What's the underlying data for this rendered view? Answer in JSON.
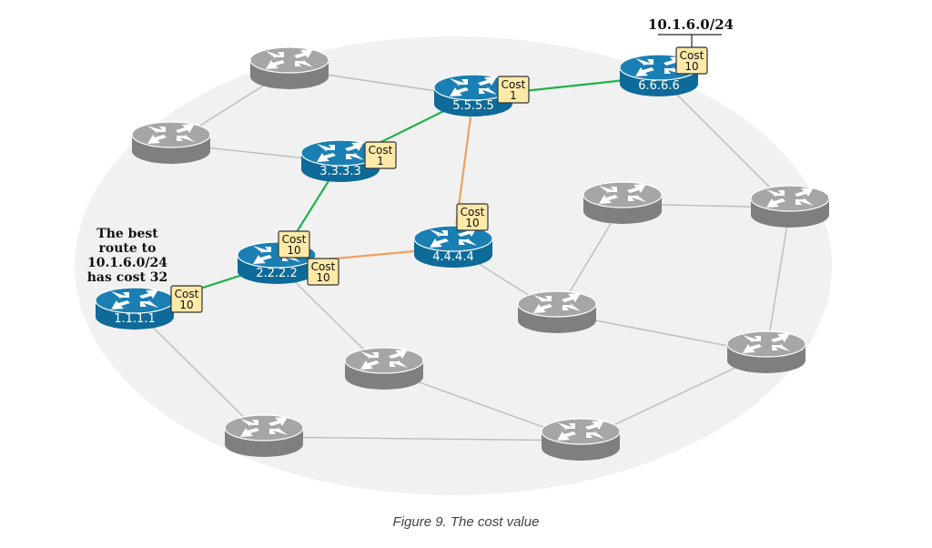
{
  "figure": {
    "caption": "Figure 9. The cost value",
    "network_label": "10.1.6.0/24",
    "annotation": [
      "The best",
      "route to",
      "10.1.6.0/24",
      "has cost 32"
    ]
  },
  "colors": {
    "background_ellipse": "#f1f1f1",
    "router_blue_top": "#1a7fb3",
    "router_blue_side": "#0e6a98",
    "router_gray_top": "#a6a6a6",
    "router_gray_side": "#7f7f7f",
    "link_default": "#bdbdbd",
    "link_best_path": "#22b14c",
    "link_alt_path": "#f0a060",
    "cost_box_fill": "#fde9a8",
    "cost_box_border": "#333333"
  },
  "routers": [
    {
      "id": "r1",
      "label": "1.1.1.1",
      "type": "active"
    },
    {
      "id": "r2",
      "label": "2.2.2.2",
      "type": "active"
    },
    {
      "id": "r3",
      "label": "3.3.3.3",
      "type": "active"
    },
    {
      "id": "r4",
      "label": "4.4.4.4",
      "type": "active"
    },
    {
      "id": "r5",
      "label": "5.5.5.5",
      "type": "active"
    },
    {
      "id": "r6",
      "label": "6.6.6.6",
      "type": "active"
    },
    {
      "id": "g1",
      "label": "",
      "type": "inactive"
    },
    {
      "id": "g2",
      "label": "",
      "type": "inactive"
    },
    {
      "id": "g3",
      "label": "",
      "type": "inactive"
    },
    {
      "id": "g4",
      "label": "",
      "type": "inactive"
    },
    {
      "id": "g5",
      "label": "",
      "type": "inactive"
    },
    {
      "id": "g6",
      "label": "",
      "type": "inactive"
    },
    {
      "id": "g7",
      "label": "",
      "type": "inactive"
    },
    {
      "id": "g8",
      "label": "",
      "type": "inactive"
    },
    {
      "id": "g9",
      "label": "",
      "type": "inactive"
    }
  ],
  "links": [
    {
      "from": "r1",
      "to": "r2",
      "kind": "best"
    },
    {
      "from": "r2",
      "to": "r3",
      "kind": "best"
    },
    {
      "from": "r3",
      "to": "r5",
      "kind": "best"
    },
    {
      "from": "r5",
      "to": "r6",
      "kind": "best"
    },
    {
      "from": "r2",
      "to": "r4",
      "kind": "alt"
    },
    {
      "from": "r4",
      "to": "r5",
      "kind": "alt"
    },
    {
      "from": "g1",
      "to": "r5",
      "kind": "default"
    },
    {
      "from": "g1",
      "to": "g2",
      "kind": "default"
    },
    {
      "from": "g2",
      "to": "r3",
      "kind": "default"
    },
    {
      "from": "r6",
      "to": "g4",
      "kind": "default"
    },
    {
      "from": "g3",
      "to": "g4",
      "kind": "default"
    },
    {
      "from": "g3",
      "to": "g5",
      "kind": "default"
    },
    {
      "from": "g4",
      "to": "g6",
      "kind": "default"
    },
    {
      "from": "g5",
      "to": "g6",
      "kind": "default"
    },
    {
      "from": "r4",
      "to": "g5",
      "kind": "default"
    },
    {
      "from": "r2",
      "to": "g7",
      "kind": "default"
    },
    {
      "from": "g7",
      "to": "g9",
      "kind": "default"
    },
    {
      "from": "r1",
      "to": "g8",
      "kind": "default"
    },
    {
      "from": "g8",
      "to": "g9",
      "kind": "default"
    },
    {
      "from": "g9",
      "to": "g6",
      "kind": "default"
    }
  ],
  "costs": [
    {
      "router": "r6",
      "label": "Cost",
      "value": "10"
    },
    {
      "router": "r5",
      "label": "Cost",
      "value": "1"
    },
    {
      "router": "r3",
      "label": "Cost",
      "value": "1"
    },
    {
      "router": "r4",
      "label": "Cost",
      "value": "10"
    },
    {
      "router": "r2",
      "label": "Cost",
      "value": "10",
      "iface": "to-r3"
    },
    {
      "router": "r2",
      "label": "Cost",
      "value": "10",
      "iface": "to-r4"
    },
    {
      "router": "r1",
      "label": "Cost",
      "value": "10"
    }
  ]
}
